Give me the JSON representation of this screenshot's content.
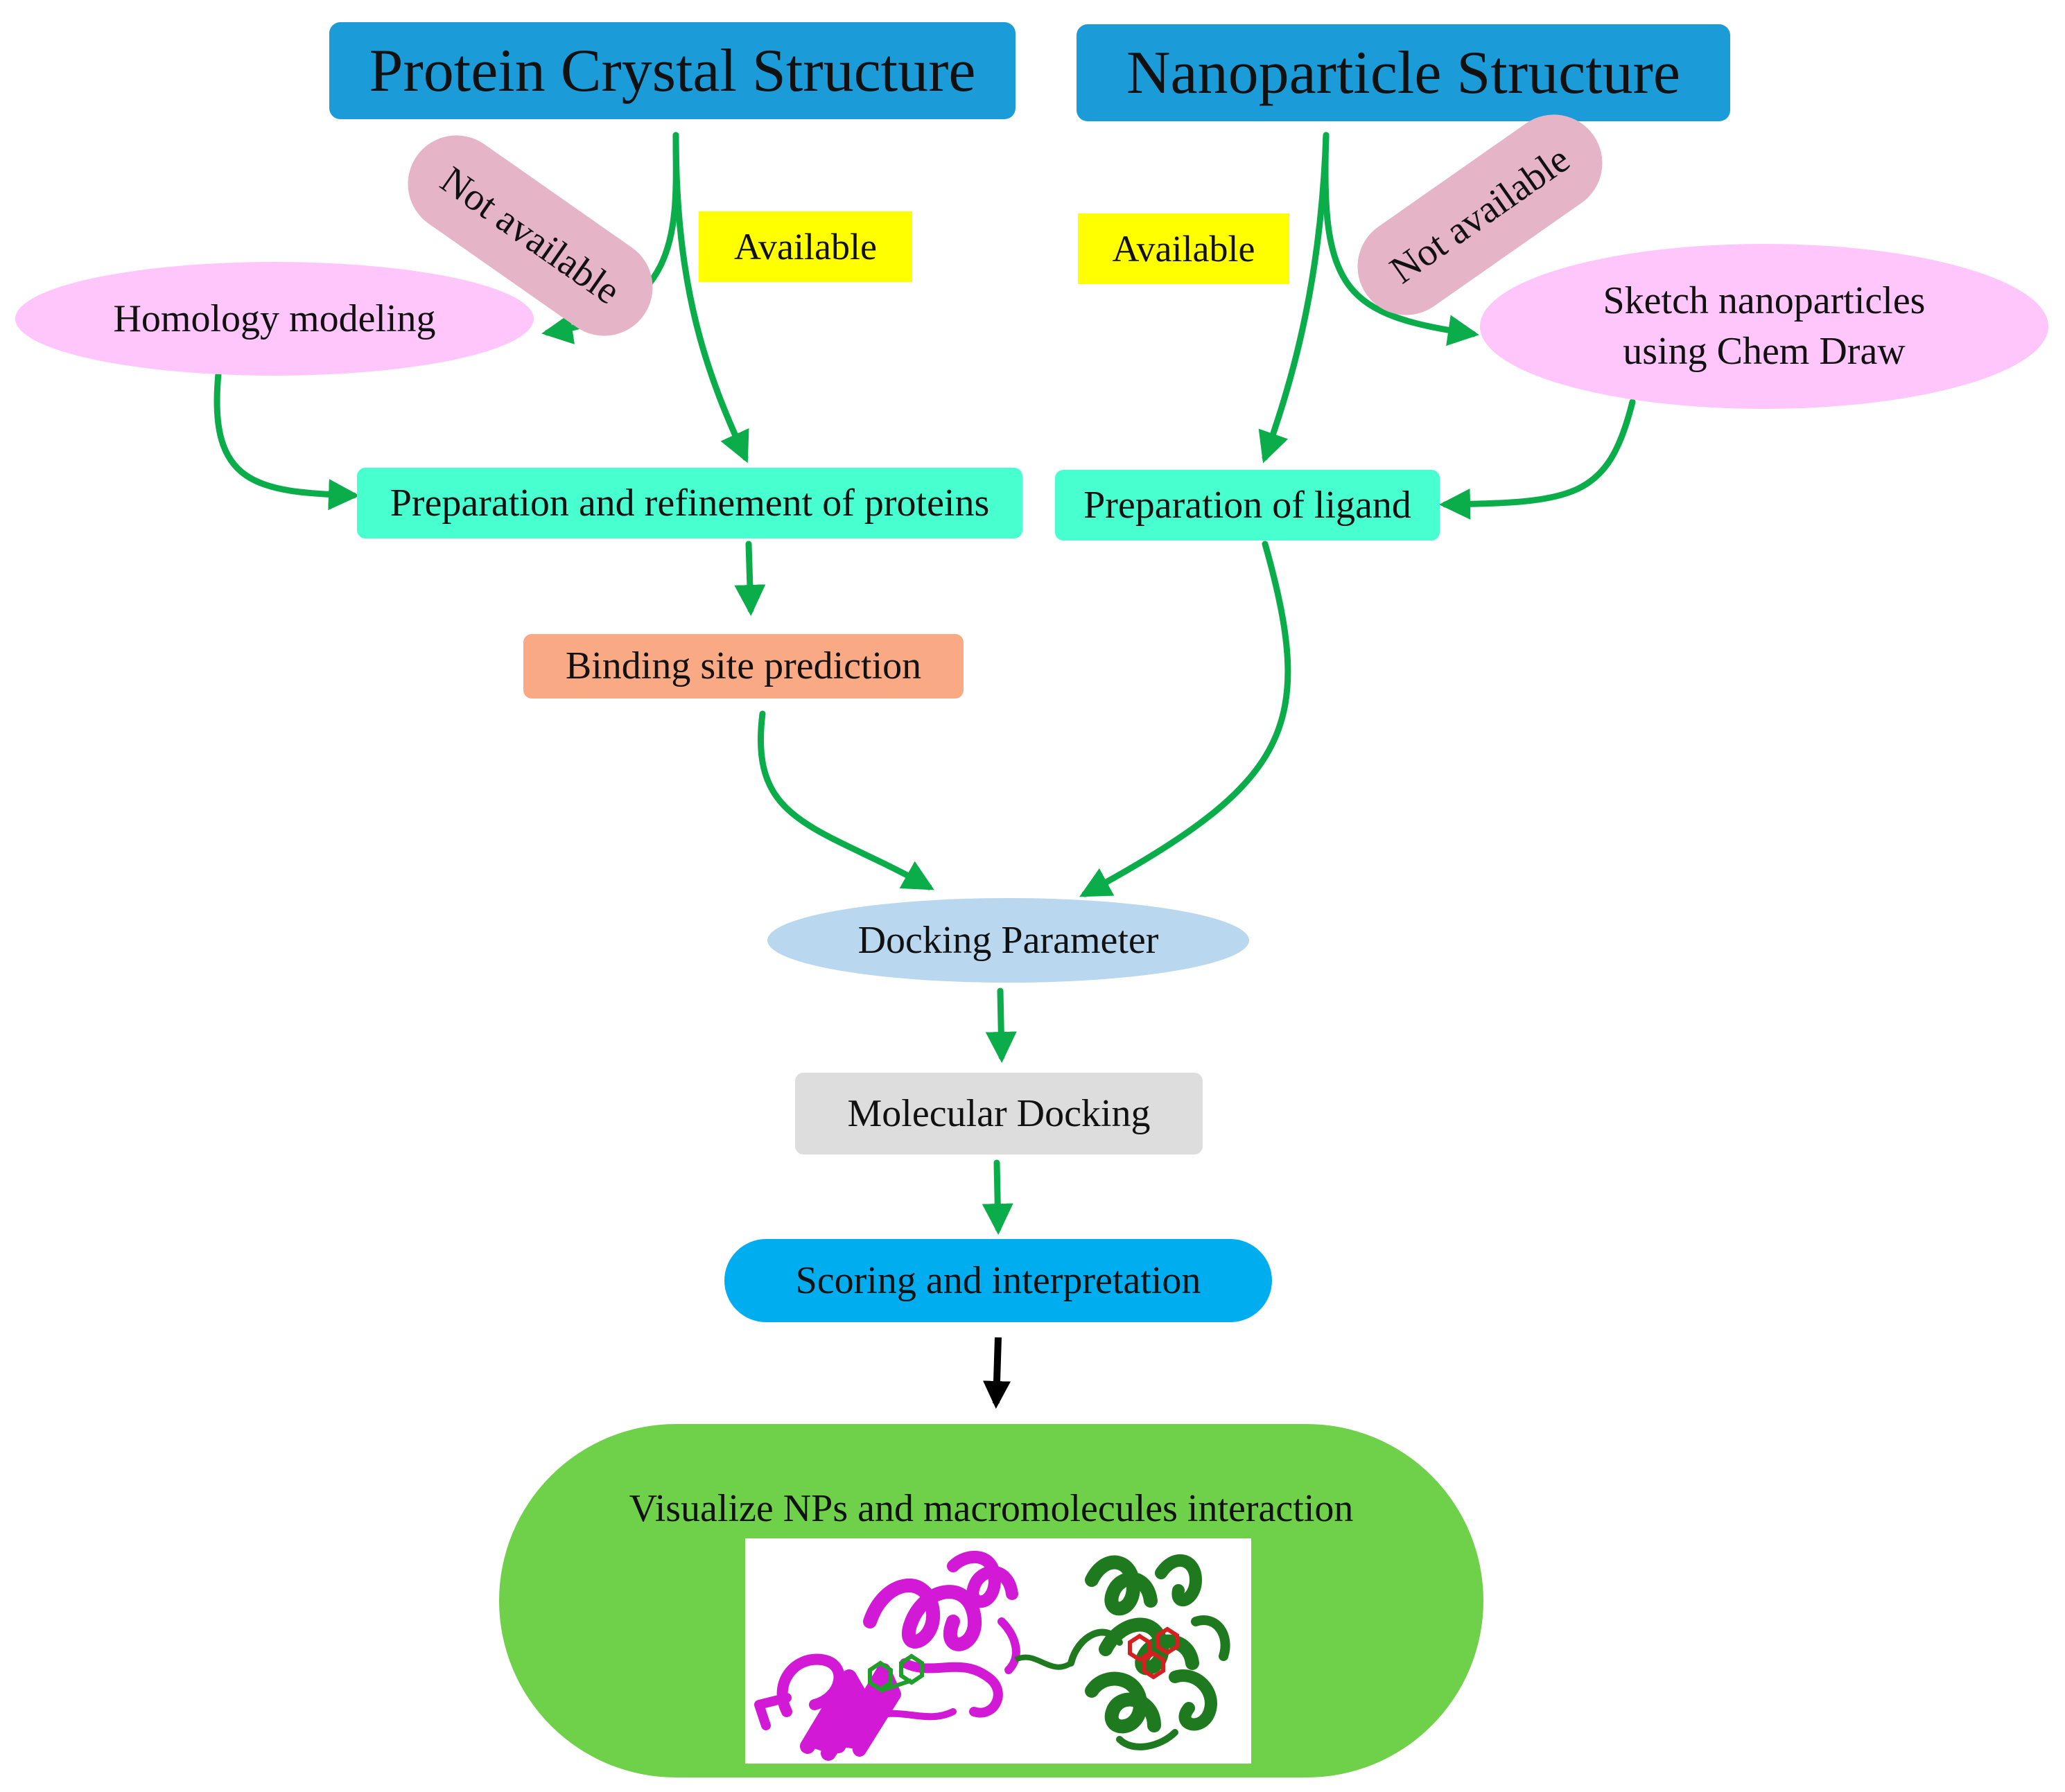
{
  "nodes": {
    "protein": "Protein Crystal Structure",
    "nanoparticle": "Nanoparticle Structure",
    "protein_not_available": "Not available",
    "nano_not_available": "Not available",
    "protein_available": "Available",
    "nano_available": "Available",
    "homology": "Homology modeling",
    "sketch_line1": "Sketch nanoparticles",
    "sketch_line2": "using Chem Draw",
    "prep_protein": "Preparation and refinement of proteins",
    "prep_ligand": "Preparation of ligand",
    "binding": "Binding site prediction",
    "docking_param": "Docking Parameter",
    "molecular_docking": "Molecular Docking",
    "scoring": "Scoring and interpretation",
    "visualize": "Visualize NPs and macromolecules interaction"
  },
  "colors": {
    "title_box": "#1b9bd7",
    "arrow": "#0aad4a",
    "final_arrow": "#000000",
    "not_available": "#e5b4c6",
    "available": "#ffff00",
    "ellipse_pink": "#fec6fb",
    "prep_box": "#47ffcf",
    "binding_box": "#f9aa84",
    "docking_param": "#b9d7ef",
    "molecular_docking": "#dddddd",
    "scoring": "#00aeef",
    "visualize": "#6fd04a",
    "protein_magenta": "#d21ad6",
    "protein_green": "#1f7a1f",
    "ligand_red": "#d42020"
  }
}
